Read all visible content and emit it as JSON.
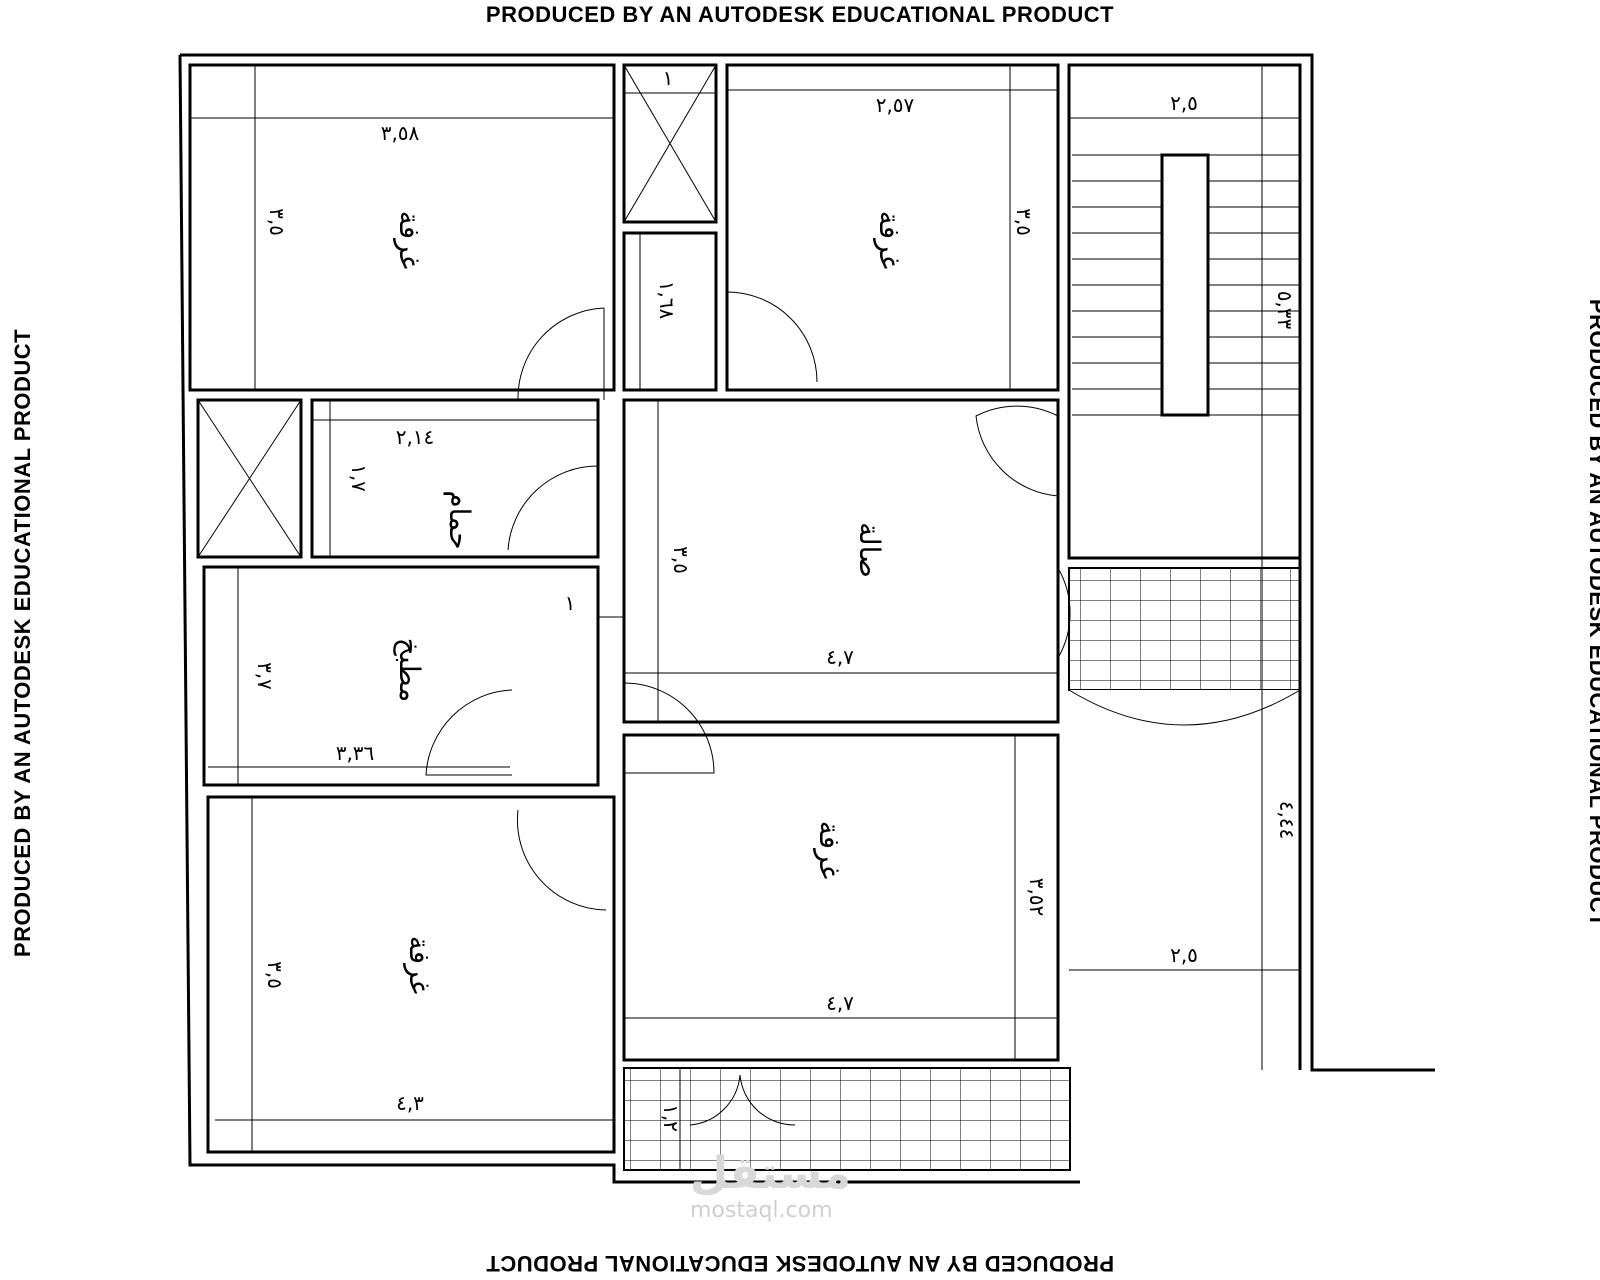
{
  "watermark": "PRODUCED BY AN AUTODESK EDUCATIONAL PRODUCT",
  "rooms": {
    "bedroom": "غرفة",
    "hall": "صالة",
    "kitchen": "مطبخ",
    "bath": "حمام"
  },
  "dims": {
    "room_tl_w": "٣,٥٨",
    "room_tl_h": "٣,٥",
    "shaft_top": "١",
    "closet_h": "١,٦٨",
    "room_tr_w": "٢,٥٧",
    "room_tr_h": "٣,٥",
    "stair_w": "٢,٥",
    "stair_h": "٥,٣٣",
    "bath_w": "٢,١٤",
    "bath_h": "١,٧",
    "corridor_w": "١",
    "hall_h": "٣,٥",
    "hall_w": "٤,٧",
    "kitchen_h": "٣,٧",
    "kitchen_w": "٣,٣٦",
    "room_br_h": "٣,٥٢",
    "room_br_w": "٤,٧",
    "room_bl_h": "٣,٥",
    "room_bl_w": "٤,٣",
    "balcony_h": "١,٢",
    "yard_h": "٤,٤٤",
    "yard_w": "٢,٥"
  },
  "logo": {
    "name": "مستقل",
    "url": "mostaql.com"
  }
}
